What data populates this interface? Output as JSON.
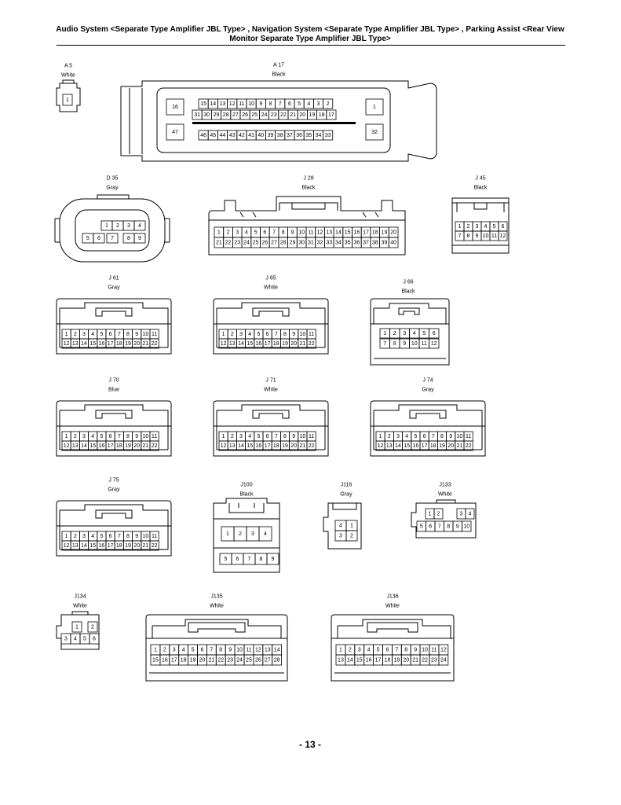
{
  "header": {
    "line1": "Audio System <Separate Type Amplifier JBL Type> , Navigation System <Separate Type Amplifier JBL Type> , Parking Assist <Rear View",
    "line2": "Monitor Separate Type Amplifier JBL Type>"
  },
  "connectors": [
    {
      "id": "A5",
      "code": "A 5",
      "color": "White"
    },
    {
      "id": "A17",
      "code": "A 17",
      "color": "Black"
    },
    {
      "id": "D35",
      "code": "D 35",
      "color": "Gray"
    },
    {
      "id": "J28",
      "code": "J 28",
      "color": "Black"
    },
    {
      "id": "J45",
      "code": "J 45",
      "color": "Black"
    },
    {
      "id": "J61",
      "code": "J 61",
      "color": "Gray"
    },
    {
      "id": "J65",
      "code": "J 65",
      "color": "White"
    },
    {
      "id": "J66",
      "code": "J 66",
      "color": "Black"
    },
    {
      "id": "J70",
      "code": "J 70",
      "color": "Blue"
    },
    {
      "id": "J71",
      "code": "J 71",
      "color": "White"
    },
    {
      "id": "J74",
      "code": "J 74",
      "color": "Gray"
    },
    {
      "id": "J75",
      "code": "J 75",
      "color": "Gray"
    },
    {
      "id": "J100",
      "code": "J100",
      "color": "Black"
    },
    {
      "id": "J116",
      "code": "J116",
      "color": "Gray"
    },
    {
      "id": "J133",
      "code": "J133",
      "color": "White"
    },
    {
      "id": "J134",
      "code": "J134",
      "color": "White"
    },
    {
      "id": "J135",
      "code": "J135",
      "color": "White"
    },
    {
      "id": "J136",
      "code": "J136",
      "color": "White"
    }
  ],
  "page_number": "- 13 -"
}
